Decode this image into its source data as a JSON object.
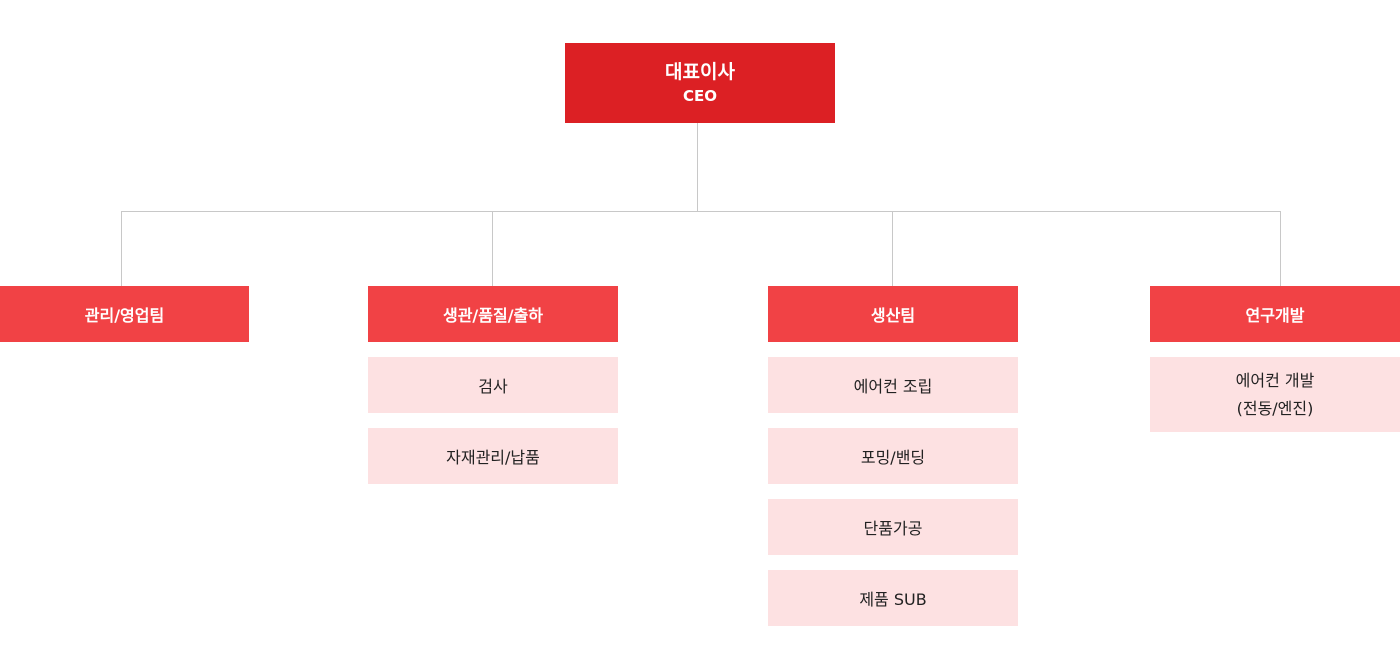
{
  "ceo": {
    "title": "대표이사",
    "subtitle": "CEO"
  },
  "teams": [
    {
      "name": "관리/영업팀",
      "items": []
    },
    {
      "name": "생관/품질/출하",
      "items": [
        "검사",
        "자재관리/납품"
      ]
    },
    {
      "name": "생산팀",
      "items": [
        "에어컨 조립",
        "포밍/밴딩",
        "단품가공",
        "제품 SUB"
      ]
    },
    {
      "name": "연구개발",
      "items": [
        {
          "line1": "에어컨 개발",
          "line2": "(전동/엔진)"
        }
      ]
    }
  ],
  "colors": {
    "ceo_box": "#dc2024",
    "team_box": "#f14245",
    "sub_box": "#fde1e2",
    "connector": "#c8c8c8"
  }
}
